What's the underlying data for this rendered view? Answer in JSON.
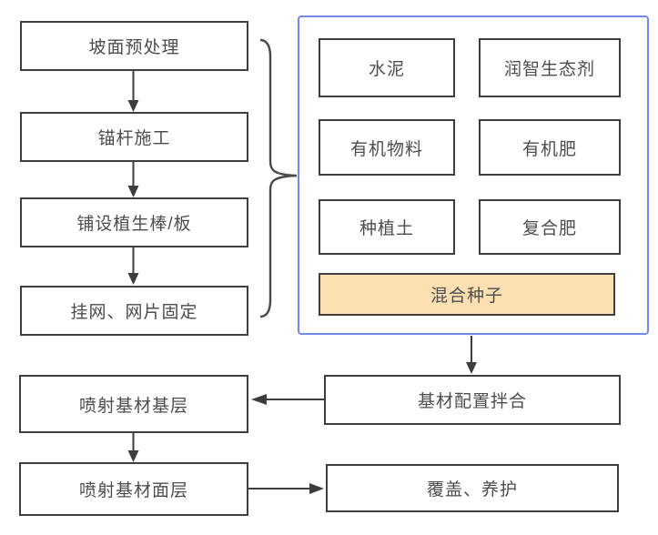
{
  "left_flow": [
    {
      "label": "坡面预处理"
    },
    {
      "label": "锚杆施工"
    },
    {
      "label": "铺设植生棒/板"
    },
    {
      "label": "挂网、网片固定"
    }
  ],
  "materials": {
    "items": [
      {
        "label": "水泥"
      },
      {
        "label": "润智生态剂"
      },
      {
        "label": "有机物料"
      },
      {
        "label": "有机肥"
      },
      {
        "label": "种植土"
      },
      {
        "label": "复合肥"
      }
    ],
    "mixed_seeds": {
      "label": "混合种子"
    }
  },
  "process": {
    "mixing": {
      "label": "基材配置拌合"
    },
    "spray_base": {
      "label": "喷射基材基层"
    },
    "spray_surface": {
      "label": "喷射基材面层"
    },
    "cover": {
      "label": "覆盖、养护"
    }
  },
  "colors": {
    "box_border": "#3f3f3f",
    "text": "#4d4d4d",
    "group_border": "#7688e6",
    "highlight_fill": "#fde0b2",
    "arrow": "#3d3d3d",
    "background": "#ffffff"
  }
}
